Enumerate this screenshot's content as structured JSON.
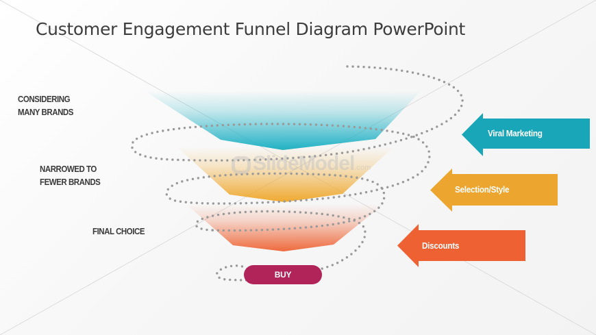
{
  "slide": {
    "title": "Customer Engagement Funnel Diagram PowerPoint",
    "watermark": {
      "name": "SlideModel",
      "tld": ".com"
    }
  },
  "stages": [
    {
      "label_line1": "CONSIDERING",
      "label_line2": "MANY BRANDS",
      "color": "#1fb1c4"
    },
    {
      "label_line1": "NARROWED TO",
      "label_line2": "FEWER BRANDS",
      "color": "#efa92f"
    },
    {
      "label_line1": "FINAL CHOICE",
      "label_line2": "",
      "color": "#ee6a3c"
    }
  ],
  "buy_button": {
    "label": "BUY",
    "color": "#b0245a"
  },
  "arrows": [
    {
      "label": "Viral Marketing",
      "color": "#19a6b8"
    },
    {
      "label": "Selection/Style",
      "color": "#eca52e"
    },
    {
      "label": "Discounts",
      "color": "#ee6133"
    }
  ],
  "spiral": {
    "dot_color": "#9a9a9a"
  }
}
